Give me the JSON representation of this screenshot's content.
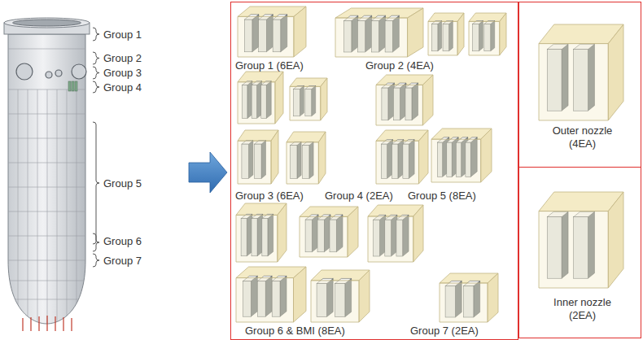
{
  "diagram": {
    "nodes": [
      {
        "text": [
          "Group 1 (6EA)",
          "Group 2 (4EA)",
          "Group 3 (6EA)",
          "Group 4 (2EA)",
          "Group 5 (8EA)",
          "Group 6 & BMI (8EA)",
          "Group 7 (2EA)"
        ]
      },
      {
        "text": [
          "Outer nozzle (4EA)"
        ]
      },
      {
        "text": [
          "Inner nozzle (2EA)"
        ]
      }
    ],
    "labels": [
      "Group 1",
      "Group 2",
      "Group 3",
      "Group 4",
      "Group 5",
      "Group 6",
      "Group 7"
    ]
  }
}
